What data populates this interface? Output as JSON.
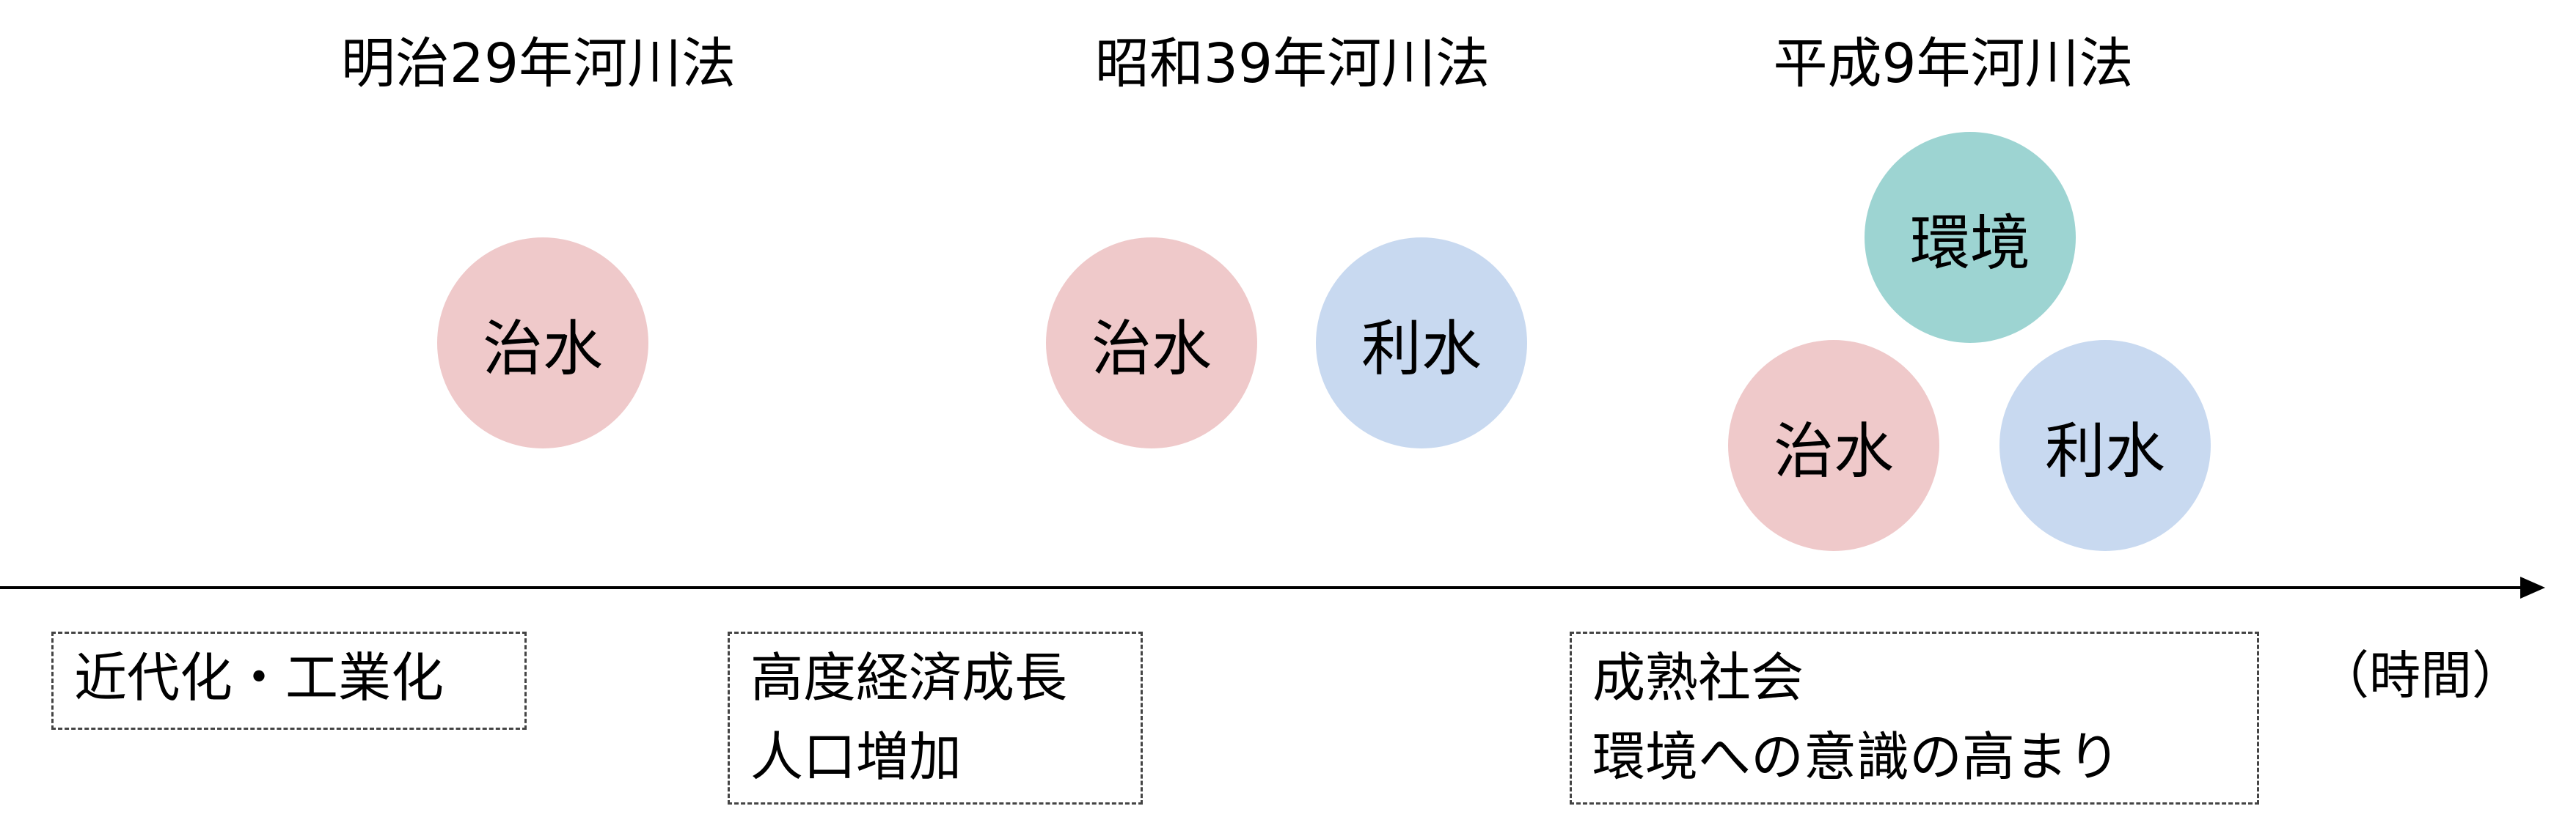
{
  "colors": {
    "chisui": "#efc9ca",
    "risui": "#c8d9f0",
    "kankyo": "#9dd4d2",
    "axis": "#000000",
    "box_border": "#444444"
  },
  "eras": [
    {
      "title": "明治29年河川法",
      "circles": [
        "治水"
      ],
      "context": [
        "近代化・工業化"
      ]
    },
    {
      "title": "昭和39年河川法",
      "circles": [
        "治水",
        "利水"
      ],
      "context": [
        "高度経済成長",
        "人口増加"
      ]
    },
    {
      "title": "平成9年河川法",
      "circles": [
        "環境",
        "治水",
        "利水"
      ],
      "context": [
        "成熟社会",
        "環境への意識の高まり"
      ]
    }
  ],
  "axis": {
    "label": "（時間）"
  }
}
